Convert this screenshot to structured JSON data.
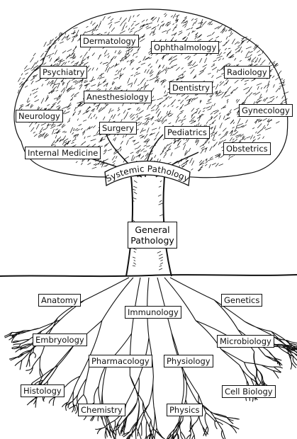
{
  "canopy_labels": [
    "Dermatology",
    "Ophthalmology",
    "Psychiatry",
    "Radiology",
    "Dentistry",
    "Anesthesiology",
    "Gynecology",
    "Neurology",
    "Surgery",
    "Pediatrics",
    "Obstetrics",
    "Internal Medicine"
  ],
  "systemic": "Systemic Pathology",
  "general": {
    "line1": "General",
    "line2": "Pathology"
  },
  "root_labels": [
    "Anatomy",
    "Genetics",
    "Immunology",
    "Embryology",
    "Microbiology",
    "Pharmacology",
    "Physiology",
    "Histology",
    "Cell Biology",
    "Chemistry",
    "Physics"
  ]
}
